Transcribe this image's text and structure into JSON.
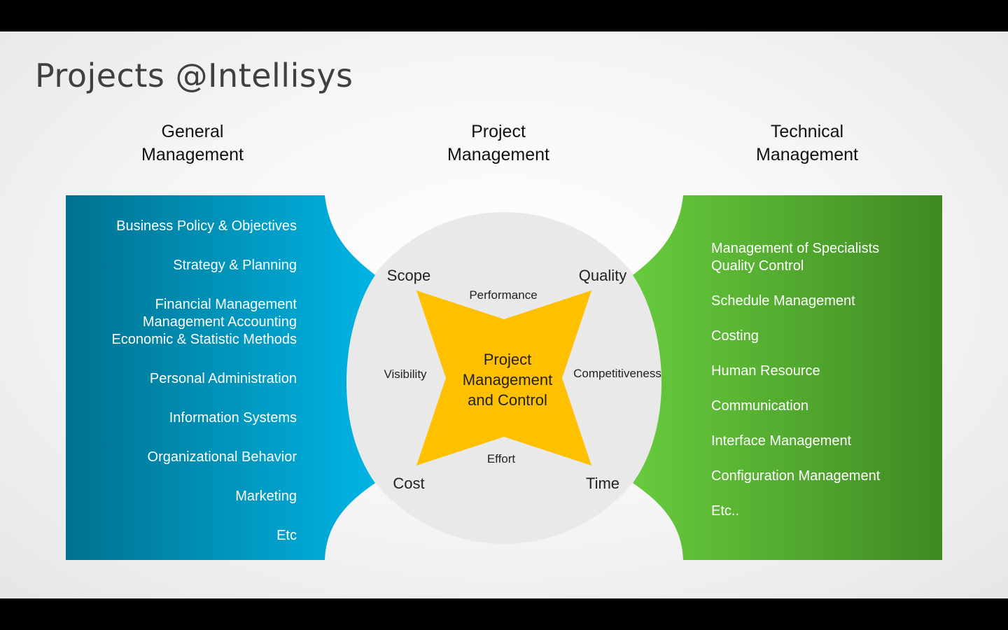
{
  "slide": {
    "title": "Projects @Intellisys"
  },
  "columns": {
    "general": "General\nManagement",
    "project": "Project\nManagement",
    "technical": "Technical\nManagement"
  },
  "general_items": [
    "Business Policy & Objectives",
    "Strategy & Planning",
    "Financial Management\nManagement Accounting\nEconomic & Statistic Methods",
    "Personal Administration",
    "Information Systems",
    "Organizational Behavior",
    "Marketing",
    "Etc"
  ],
  "technical_items": [
    "Management of Specialists\nQuality Control",
    "Schedule Management",
    "Costing",
    "Human Resource",
    "Communication",
    "Interface Management",
    "Configuration Management",
    "Etc.."
  ],
  "center": {
    "label": "Project\nManagement\nand Control",
    "corners": {
      "top_left": "Scope",
      "top_right": "Quality",
      "bottom_left": "Cost",
      "bottom_right": "Time"
    },
    "edges": {
      "top": "Performance",
      "left": "Visibility",
      "right": "Competitiveness",
      "bottom": "Effort"
    }
  },
  "colors": {
    "left_panel_dark": "#00718f",
    "left_panel_light": "#00b4e4",
    "right_panel_light": "#67cb3d",
    "right_panel_dark": "#3f8a22",
    "star": "#ffc000",
    "circle": "#e9e9e9"
  }
}
